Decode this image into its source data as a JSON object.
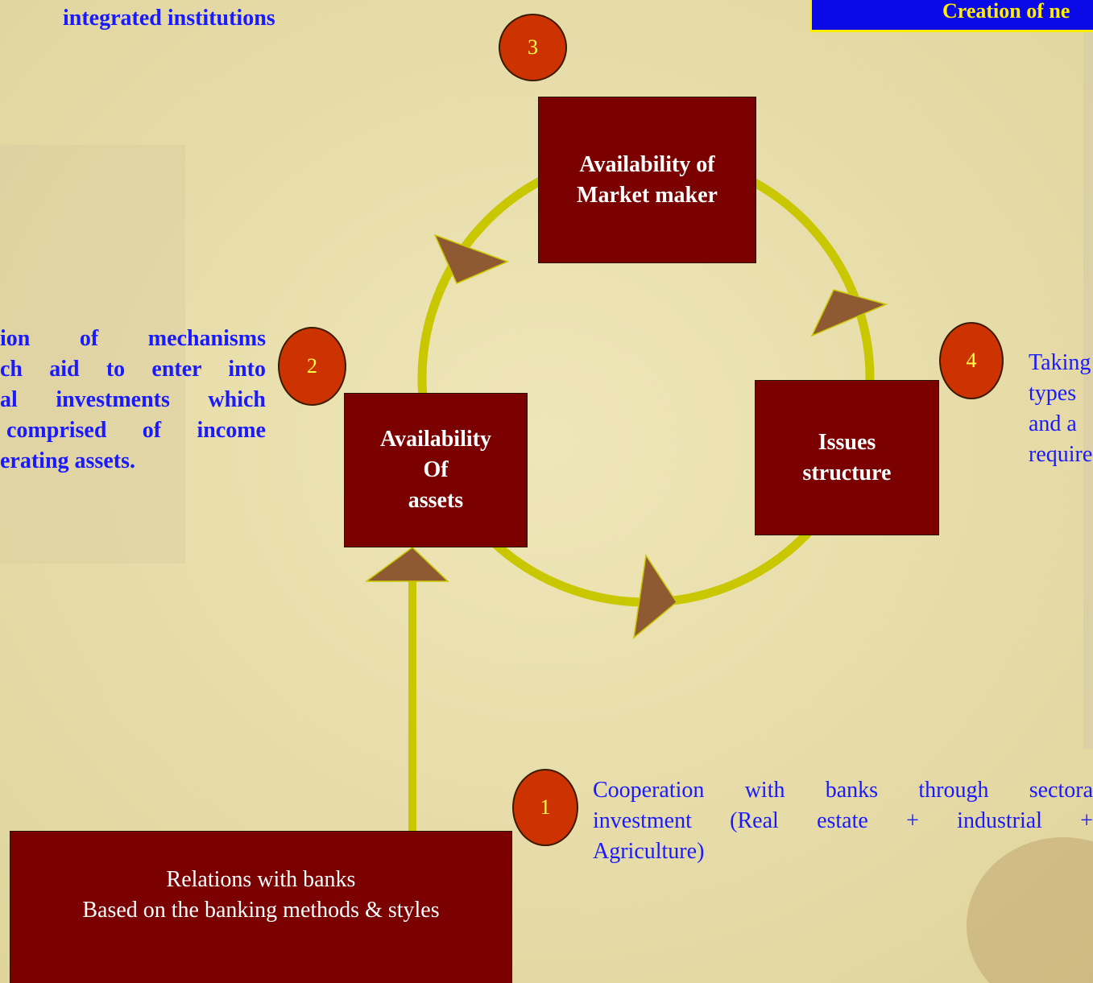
{
  "top_banner": "Creation of ne",
  "top_left_text": [
    "integrated institutions"
  ],
  "left_text_lines": [
    "ion of mechanisms",
    "ch aid to enter into",
    "al investments which",
    "comprised of income",
    "erating assets."
  ],
  "right_text_lines": [
    "Taking",
    "types",
    "and a",
    "require"
  ],
  "bottom_text_lines": [
    "Cooperation with banks through sectora",
    "investment (Real estate + industrial +",
    "Agriculture)"
  ],
  "nodes": {
    "market_maker": [
      "Availability of",
      "Market maker"
    ],
    "assets": [
      "Availability",
      "Of",
      "assets"
    ],
    "issues": [
      "Issues",
      "structure"
    ],
    "banks": [
      "Relations with banks",
      "Based on the banking methods & styles"
    ]
  },
  "badges": {
    "one": "1",
    "two": "2",
    "three": "3",
    "four": "4"
  },
  "colors": {
    "box": "#7b0000",
    "cycle": "#c9c800",
    "arrow": "#8f5a32",
    "badge": "#cc3300",
    "blue_text": "#1a1aff"
  }
}
